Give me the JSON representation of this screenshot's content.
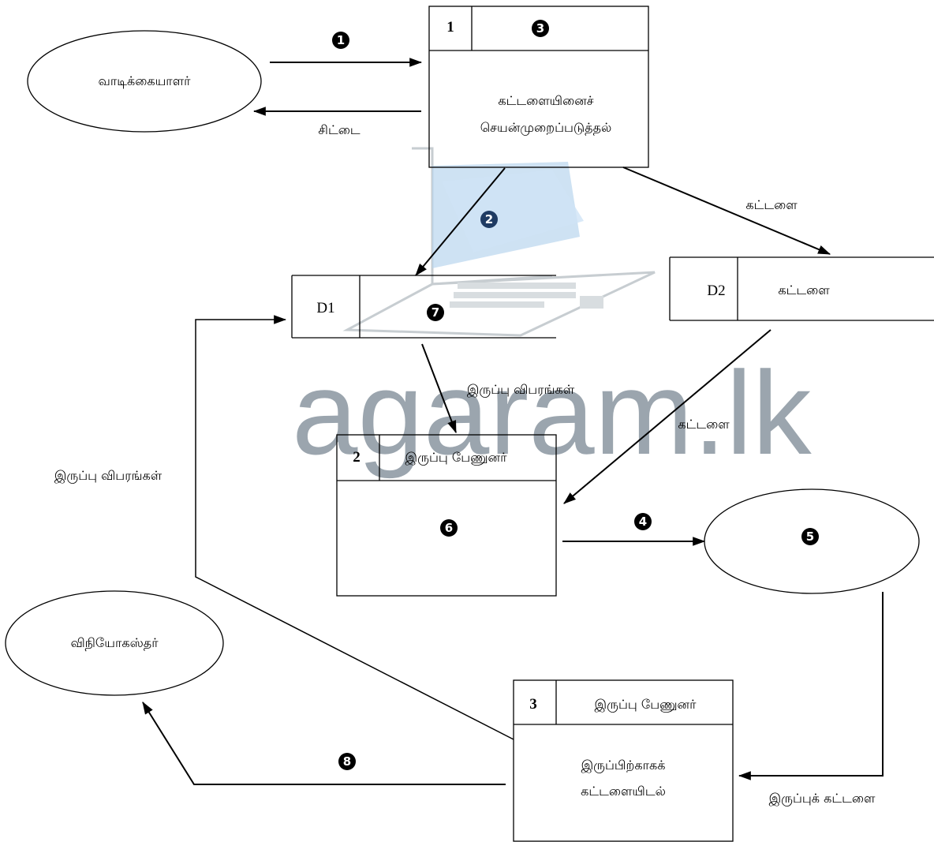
{
  "external_entities": {
    "customer": "வாடிக்கையாளர்",
    "supplier": "விநியோகஸ்தர்",
    "blank_entity_marker": "❺"
  },
  "processes": {
    "p1": {
      "id": "1",
      "name_marker": "❸",
      "body_line1": "கட்டளையினைச்",
      "body_line2": "செயன்முறைப்படுத்தல்"
    },
    "p2": {
      "id": "2",
      "owner": "இருப்பு பேணுனர்",
      "body_marker": "❻"
    },
    "p3": {
      "id": "3",
      "owner": "இருப்பு பேணுனர்",
      "body_line1": "இருப்பிற்காகக்",
      "body_line2": "கட்டளையிடல்"
    }
  },
  "data_stores": {
    "d1": {
      "id": "D1",
      "name_marker": "❼"
    },
    "d2": {
      "id": "D2",
      "name": "கட்டளை"
    }
  },
  "flows": {
    "f_customer_p1_marker": "❶",
    "f_p1_customer": "சிட்டை",
    "f_p1_d1_marker": "❷",
    "f_p1_d2": "கட்டளை",
    "f_d1_p2": "இருப்பு விபரங்கள்",
    "f_d2_p2": "கட்டளை",
    "f_p2_entity_marker": "❹",
    "f_entity_p3": "இருப்புக் கட்டளை",
    "f_p3_d1": "இருப்பு விபரங்கள்",
    "f_p3_supplier_marker": "❽"
  },
  "watermark": {
    "text": "agaram.lk"
  }
}
